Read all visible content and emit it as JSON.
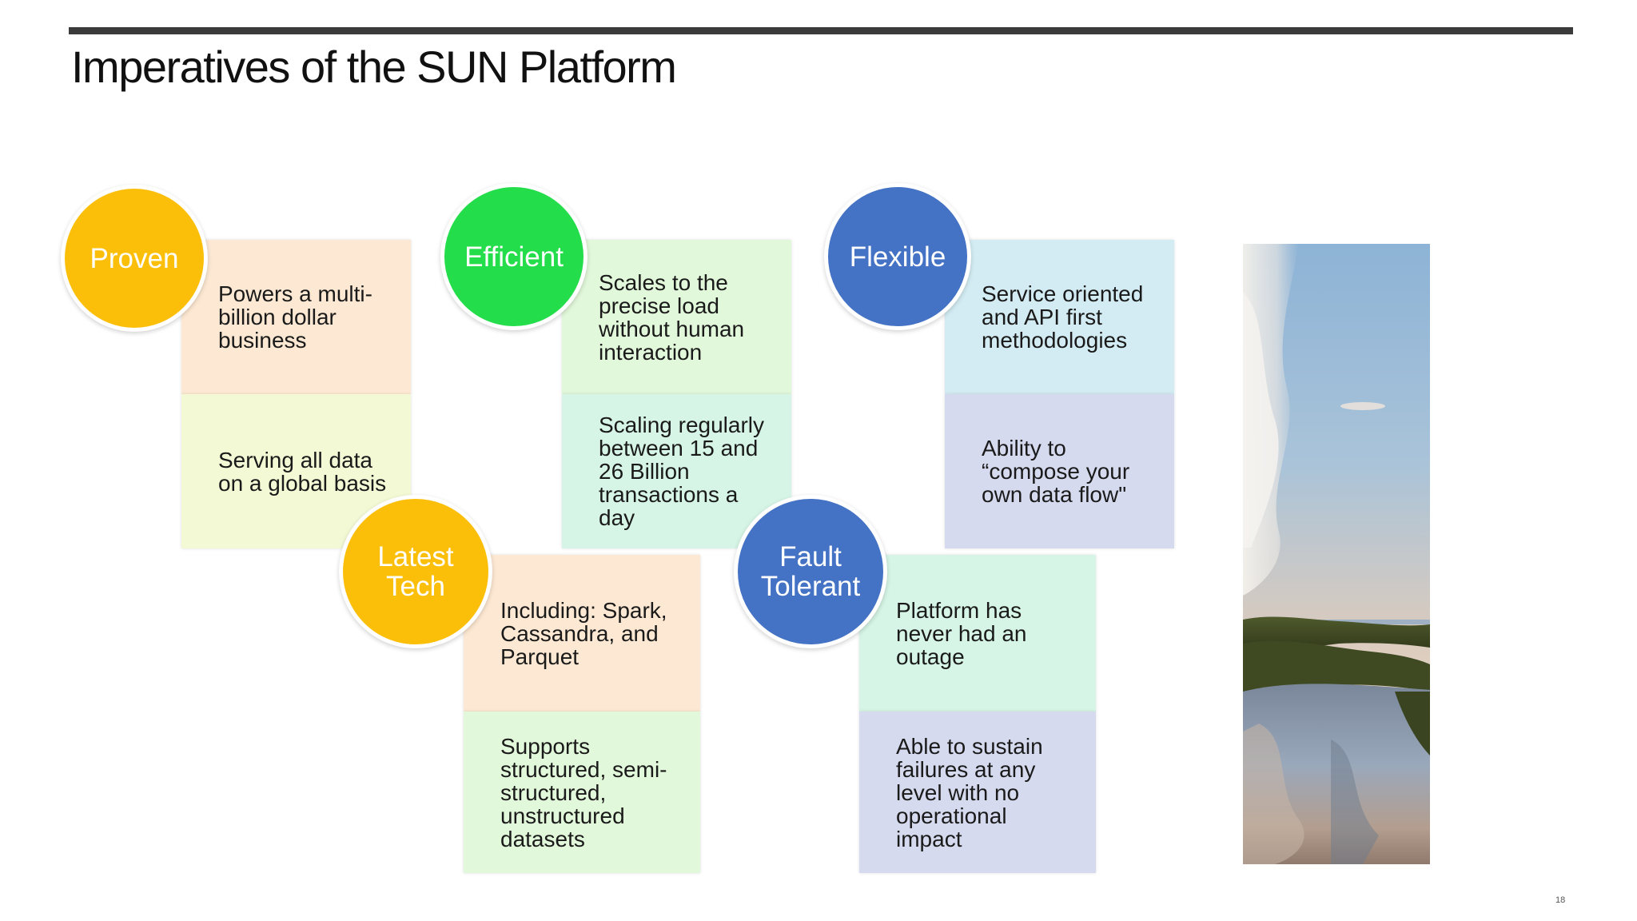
{
  "slide": {
    "title": "Imperatives  of the SUN Platform",
    "page_number": "18"
  },
  "pillars": [
    {
      "id": "proven",
      "label": "Proven",
      "color": "#fbbf0a",
      "cards": [
        {
          "text": "Powers a multi-\nbillion dollar\nbusiness",
          "color": "#fde9d3"
        },
        {
          "text": "Serving all data\non a global basis",
          "color": "#f3f9d4"
        }
      ]
    },
    {
      "id": "efficient",
      "label": "Efficient",
      "color": "#24dd4b",
      "cards": [
        {
          "text": "Scales to the\nprecise load\nwithout human\ninteraction",
          "color": "#e2f8da"
        },
        {
          "text": "Scaling regularly\nbetween 15 and\n26 Billion\ntransactions a\nday",
          "color": "#d6f5e6"
        }
      ]
    },
    {
      "id": "flexible",
      "label": "Flexible",
      "color": "#4472c4",
      "cards": [
        {
          "text": "Service oriented\nand API first\nmethodologies",
          "color": "#d3ecf3"
        },
        {
          "text": "Ability to\n“compose your\nown data flow\"",
          "color": "#d5daee"
        }
      ]
    },
    {
      "id": "latest-tech",
      "label": "Latest\nTech",
      "color": "#fbbf0a",
      "cards": [
        {
          "text": "Including: Spark,\nCassandra, and\nParquet",
          "color": "#fde9d3"
        },
        {
          "text": "Supports\nstructured, semi-\nstructured,\nunstructured\ndatasets",
          "color": "#e2f8da"
        }
      ]
    },
    {
      "id": "fault-tolerant",
      "label": "Fault\nTolerant",
      "color": "#4472c4",
      "cards": [
        {
          "text": "Platform has\nnever had an\noutage",
          "color": "#d6f5e6"
        },
        {
          "text": "Able to sustain\nfailures at any\nlevel with no\noperational\nimpact",
          "color": "#d5daee"
        }
      ]
    }
  ]
}
